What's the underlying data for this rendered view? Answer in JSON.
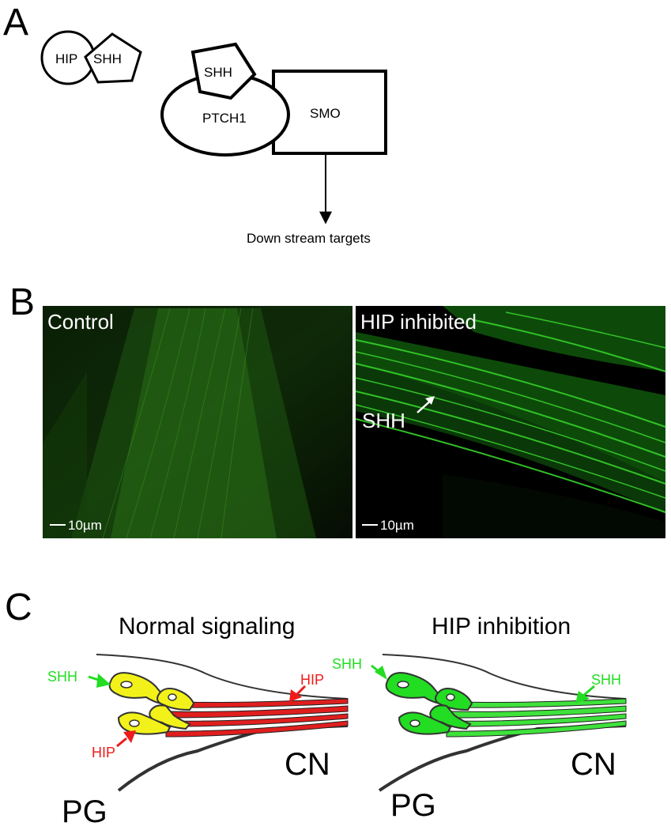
{
  "panel_a": {
    "letter": "A",
    "complex_hip": "HIP",
    "complex_shh": "SHH",
    "bound_shh": "SHH",
    "receptor": "PTCH1",
    "smo": "SMO",
    "downstream": "Down stream targets"
  },
  "panel_b": {
    "letter": "B",
    "left_title": "Control",
    "right_title": "HIP inhibited",
    "arrow_label": "SHH",
    "left_scale": "10µm",
    "right_scale": "10µm",
    "fluorescence_color": "#22c41e"
  },
  "panel_c": {
    "letter": "C",
    "left_title": "Normal signaling",
    "right_title": "HIP inhibition",
    "left_shh": "SHH",
    "left_hip_top": "HIP",
    "left_hip_bottom": "HIP",
    "left_cn": "CN",
    "left_pg": "PG",
    "right_shh_left": "SHH",
    "right_shh_right": "SHH",
    "right_cn": "CN",
    "right_pg": "PG",
    "colors": {
      "shh": "#22dd22",
      "hip": "#ee1c1c",
      "soma_normal": "#f2f21a",
      "fiber_normal": "#e01e1e",
      "fiber_inhibited": "#3ee23a"
    }
  }
}
